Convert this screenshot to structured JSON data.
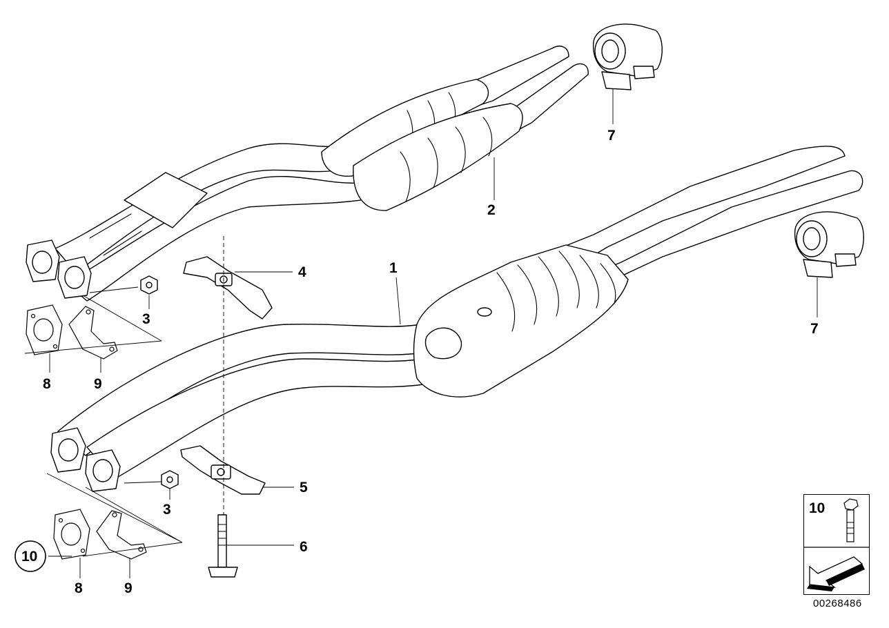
{
  "diagram": {
    "callouts": {
      "p1": "1",
      "p2": "2",
      "p3_upper": "3",
      "p3_lower": "3",
      "p4": "4",
      "p5": "5",
      "p6": "6",
      "p7_upper": "7",
      "p7_lower": "7",
      "p8_upper": "8",
      "p8_lower": "8",
      "p9_upper": "9",
      "p9_lower": "9",
      "p10_circled": "10"
    },
    "legend": {
      "item_number": "10",
      "icons": [
        "bolt-icon",
        "arrow-icon"
      ]
    },
    "diagram_number": "00268486"
  }
}
